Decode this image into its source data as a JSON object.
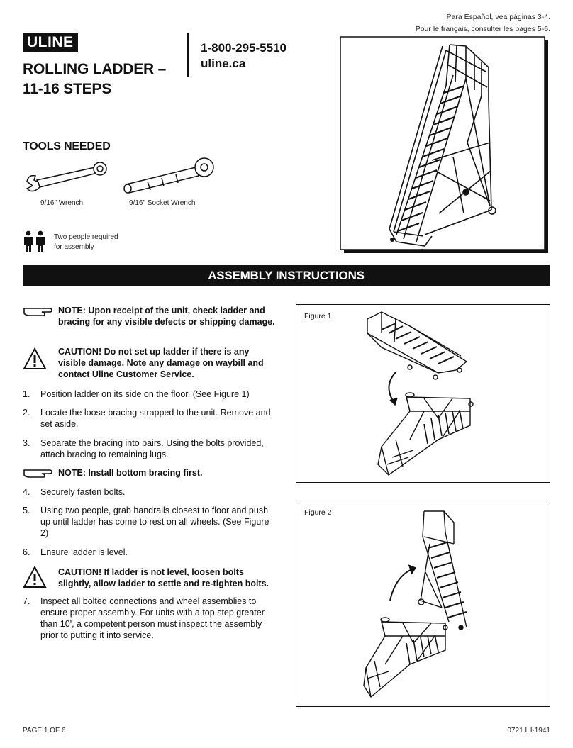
{
  "header": {
    "lang_es": "Para Español, vea páginas 3-4.",
    "lang_fr": "Pour le français, consulter les pages 5-6.",
    "logo": "ULINE",
    "title_line1": "ROLLING LADDER –",
    "title_line2": "11-16 STEPS",
    "phone": "1-800-295-5510",
    "website": "uline.ca"
  },
  "tools": {
    "heading": "TOOLS NEEDED",
    "items": [
      {
        "label": "9/16\" Wrench",
        "icon": "wrench-icon"
      },
      {
        "label": "9/16\" Socket Wrench",
        "icon": "socket-wrench-icon"
      }
    ],
    "people_line1": "Two people required",
    "people_line2": "for assembly"
  },
  "section_heading": "ASSEMBLY INSTRUCTIONS",
  "notes": {
    "note1": "NOTE: Upon receipt of the unit, check ladder and bracing for any visible defects or shipping damage.",
    "caution1": "CAUTION! Do not set up ladder if there is any visible damage. Note any damage on waybill and contact Uline Customer Service.",
    "note2": "NOTE: Install bottom bracing first.",
    "caution2": "CAUTION! If ladder is not level, loosen bolts slightly, allow ladder to settle and re-tighten bolts."
  },
  "steps": [
    {
      "num": "1.",
      "text": "Position ladder on its side on the floor. (See Figure 1)"
    },
    {
      "num": "2.",
      "text": "Locate the loose bracing strapped to the unit. Remove and set aside."
    },
    {
      "num": "3.",
      "text": "Separate the bracing into pairs. Using the bolts provided, attach bracing to remaining lugs."
    },
    {
      "num": "4.",
      "text": "Securely fasten bolts."
    },
    {
      "num": "5.",
      "text": "Using two people, grab handrails closest to floor and push up until ladder has come to rest on all wheels. (See Figure 2)"
    },
    {
      "num": "6.",
      "text": "Ensure ladder is level."
    },
    {
      "num": "7.",
      "text": "Inspect all bolted connections and wheel assemblies to ensure proper assembly. For units with a top step greater than 10', a competent person must inspect the assembly prior to putting it into service."
    }
  ],
  "figures": {
    "fig1_label": "Figure 1",
    "fig2_label": "Figure 2"
  },
  "footer": {
    "page": "PAGE 1 OF 6",
    "code": "0721 IH-1941"
  },
  "colors": {
    "ink": "#111111",
    "paper": "#ffffff"
  }
}
